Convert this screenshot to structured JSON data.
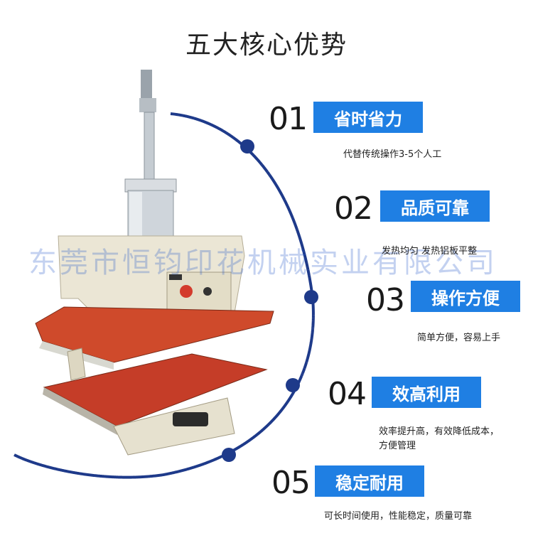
{
  "header": {
    "title": "五大核心优势"
  },
  "watermark": "东莞市恒钧印花机械实业有限公司",
  "advantages": [
    {
      "num": "01",
      "title": "省时省力",
      "desc": [
        "代替传统操作3-5个人工"
      ]
    },
    {
      "num": "02",
      "title": "品质可靠",
      "desc": [
        "发热均匀  发热铝板平整"
      ]
    },
    {
      "num": "03",
      "title": "操作方便",
      "desc": [
        "简单方便，容易上手"
      ]
    },
    {
      "num": "04",
      "title": "效高利用",
      "desc": [
        "效率提升高，有效降低成本，",
        "方便管理"
      ]
    },
    {
      "num": "05",
      "title": "稳定耐用",
      "desc": [
        "可长时间使用，性能稳定，质量可靠"
      ]
    }
  ],
  "colors": {
    "accent": "#1f7fe3",
    "arc": "#1e3a8a",
    "plate": "#c8402a"
  }
}
